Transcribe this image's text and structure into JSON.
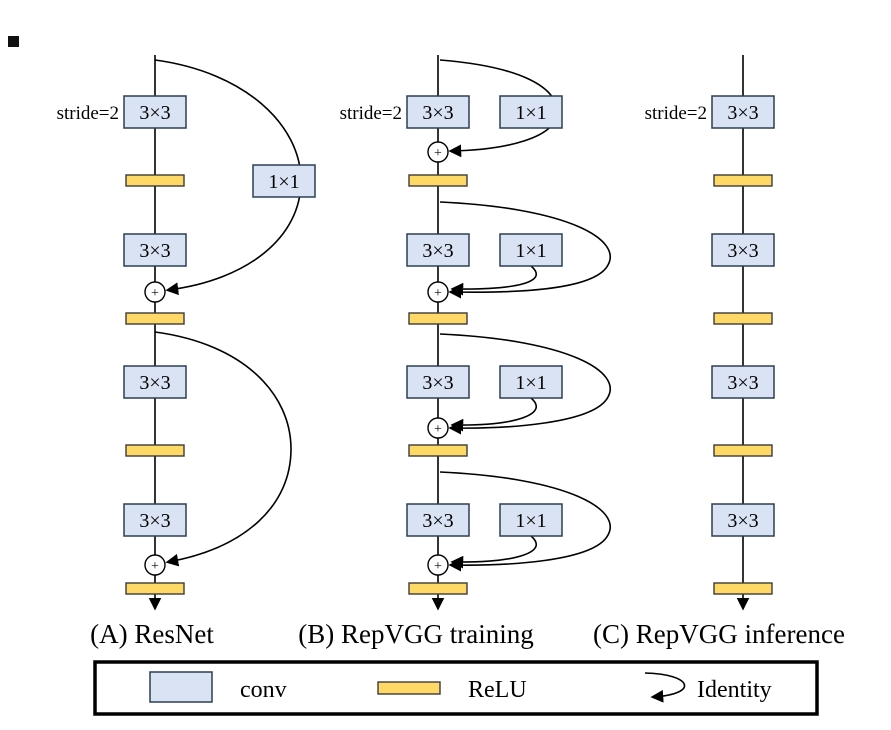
{
  "figure": {
    "captions": {
      "col_a": "(A) ResNet",
      "col_b": "(B) RepVGG training",
      "col_c": "(C) RepVGG inference"
    },
    "labels": {
      "stride": "stride=2",
      "conv3x3": "3×3",
      "conv1x1": "1×1",
      "plus": "+"
    },
    "legend": {
      "conv": "conv",
      "relu": "ReLU",
      "identity": "Identity"
    },
    "colors": {
      "conv_fill": "#dae3f3",
      "conv_stroke": "#2b3e55",
      "relu_fill": "#ffd966",
      "relu_stroke": "#3b3b3b",
      "flow_line": "#000000",
      "background": "#ffffff"
    }
  }
}
